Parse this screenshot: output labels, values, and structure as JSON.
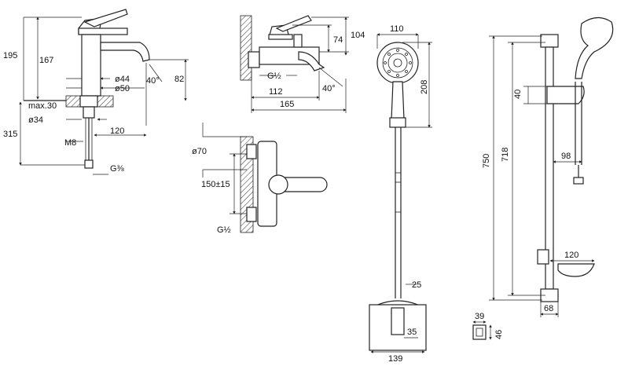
{
  "basin_mixer": {
    "dims": {
      "h195": "195",
      "h167": "167",
      "d44": "ø44",
      "d50": "ø50",
      "a40": "40°",
      "h82": "82",
      "max30": "max.30",
      "d34": "ø34",
      "h315": "315",
      "w120": "120",
      "m8": "M8",
      "g38": "G⅜"
    }
  },
  "bath_mixer_side": {
    "dims": {
      "h74": "74",
      "h104": "104",
      "g12": "G½",
      "a40": "40°",
      "w112": "112",
      "w165": "165"
    }
  },
  "bath_mixer_front": {
    "dims": {
      "d70": "ø70",
      "c150": "150±15",
      "g12": "G½"
    }
  },
  "hand_shower": {
    "dims": {
      "w110": "110",
      "h208": "208",
      "t25": "25",
      "h35": "35",
      "w139": "139"
    }
  },
  "slide_rail": {
    "dims": {
      "h40": "40",
      "h750": "750",
      "h718": "718",
      "w98": "98",
      "w120": "120",
      "w68": "68",
      "w39": "39",
      "h46": "46"
    }
  }
}
